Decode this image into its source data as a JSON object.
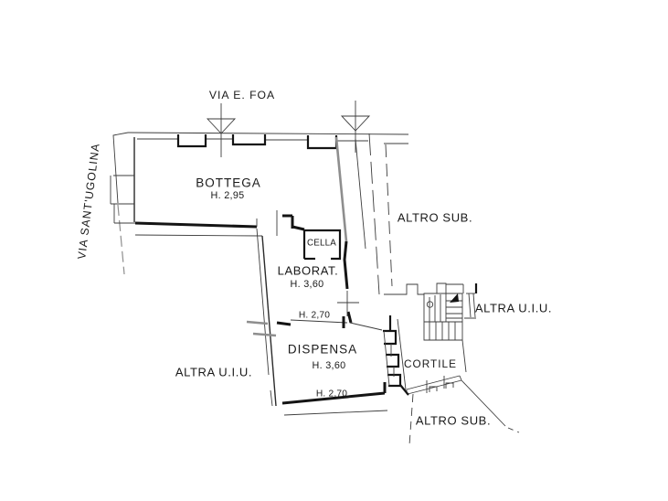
{
  "streets": {
    "top": "VIA E. FOA",
    "left": "VIA SANT'UGOLINA"
  },
  "rooms": {
    "bottega": {
      "name": "BOTTEGA",
      "height": "H. 2,95"
    },
    "cella": {
      "name": "CELLA"
    },
    "laborat": {
      "name": "LABORAT.",
      "height": "H. 3,60",
      "height_low": "H. 2,70"
    },
    "dispensa": {
      "name": "DISPENSA",
      "height": "H. 3,60",
      "height_low": "H. 2,70"
    },
    "cortile": {
      "name": "CORTILE"
    }
  },
  "adjacent_units": {
    "altro_sub_top": "ALTRO SUB.",
    "altro_sub_bottom": "ALTRO SUB.",
    "altra_uiu_right": "ALTRA U.I.U.",
    "altra_uiu_left": "ALTRA U.I.U."
  },
  "colors": {
    "background": "#ffffff",
    "wall_ink": "#141414",
    "wall_gray": "#8e8e8e",
    "text_ink": "#1a1a1a"
  }
}
